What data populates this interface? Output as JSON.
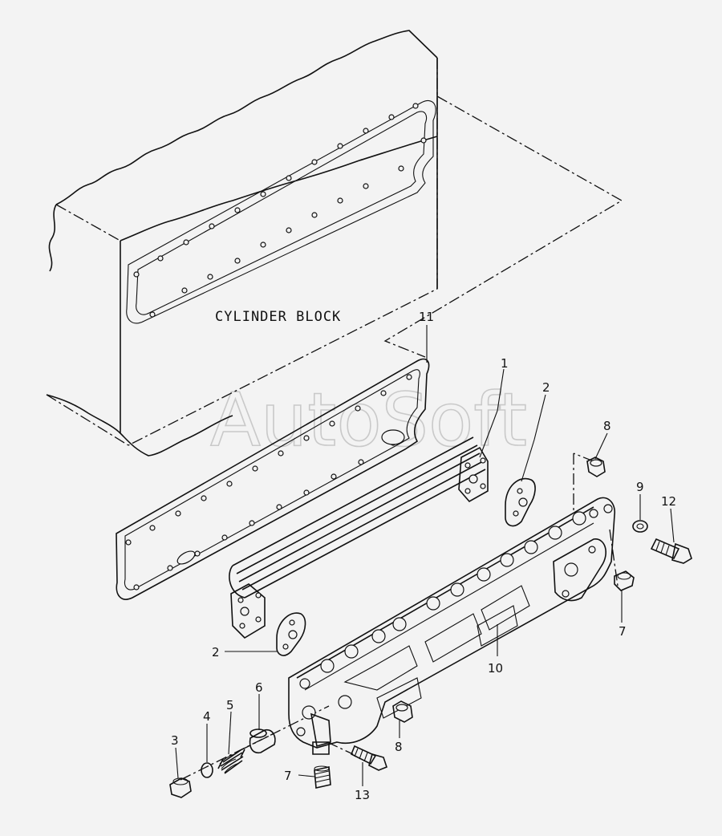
{
  "diagram": {
    "block_label": "CYLINDER BLOCK",
    "watermark": "AutoSoft",
    "callouts": [
      {
        "id": "callout-11",
        "text": "11"
      },
      {
        "id": "callout-1",
        "text": "1"
      },
      {
        "id": "callout-2-top",
        "text": "2"
      },
      {
        "id": "callout-8-top",
        "text": "8"
      },
      {
        "id": "callout-9",
        "text": "9"
      },
      {
        "id": "callout-12",
        "text": "12"
      },
      {
        "id": "callout-7-right",
        "text": "7"
      },
      {
        "id": "callout-2-bottom",
        "text": "2"
      },
      {
        "id": "callout-10",
        "text": "10"
      },
      {
        "id": "callout-6",
        "text": "6"
      },
      {
        "id": "callout-5",
        "text": "5"
      },
      {
        "id": "callout-4",
        "text": "4"
      },
      {
        "id": "callout-3",
        "text": "3"
      },
      {
        "id": "callout-8-bottom",
        "text": "8"
      },
      {
        "id": "callout-7-bottom",
        "text": "7"
      },
      {
        "id": "callout-13",
        "text": "13"
      }
    ]
  }
}
